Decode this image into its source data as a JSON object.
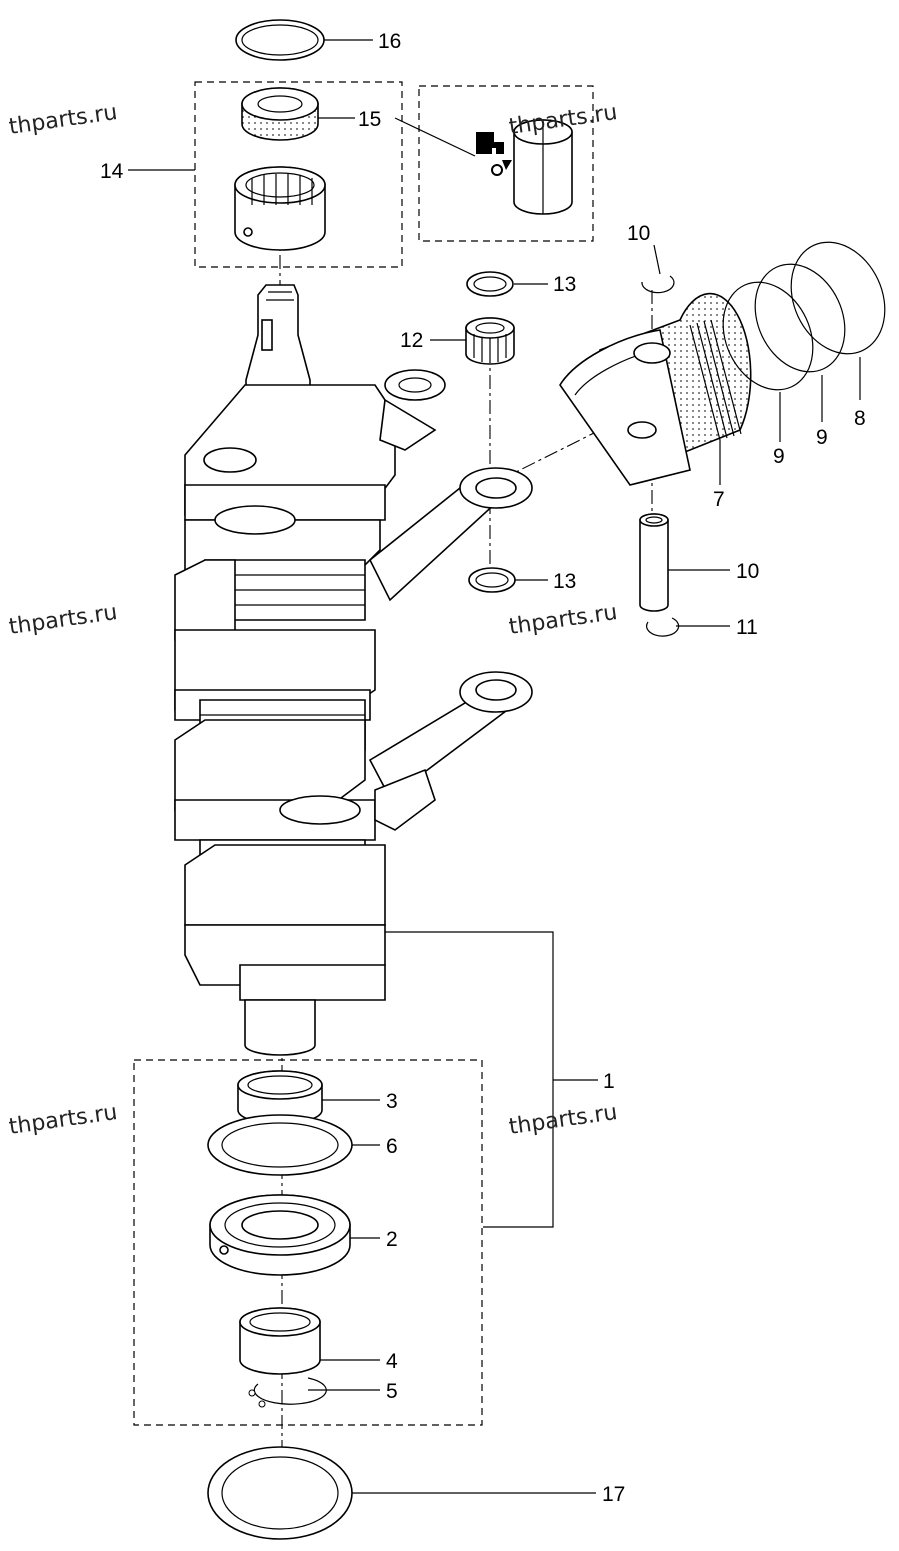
{
  "watermarks": [
    "thparts.ru",
    "thparts.ru",
    "thparts.ru",
    "thparts.ru",
    "thparts.ru",
    "thparts.ru"
  ],
  "callouts": {
    "c1": "1",
    "c2": "2",
    "c3": "3",
    "c4": "4",
    "c5": "5",
    "c6": "6",
    "c7": "7",
    "c8": "8",
    "c9a": "9",
    "c9b": "9",
    "c10a": "10",
    "c10b": "10",
    "c11": "11",
    "c12": "12",
    "c13a": "13",
    "c13b": "13",
    "c14": "14",
    "c15": "15",
    "c16": "16",
    "c17": "17"
  },
  "icons": {
    "sealant": "sealant-bottle-icon",
    "grease": "grease-tube-icon"
  },
  "colors": {
    "line": "#000000",
    "background": "#ffffff"
  }
}
